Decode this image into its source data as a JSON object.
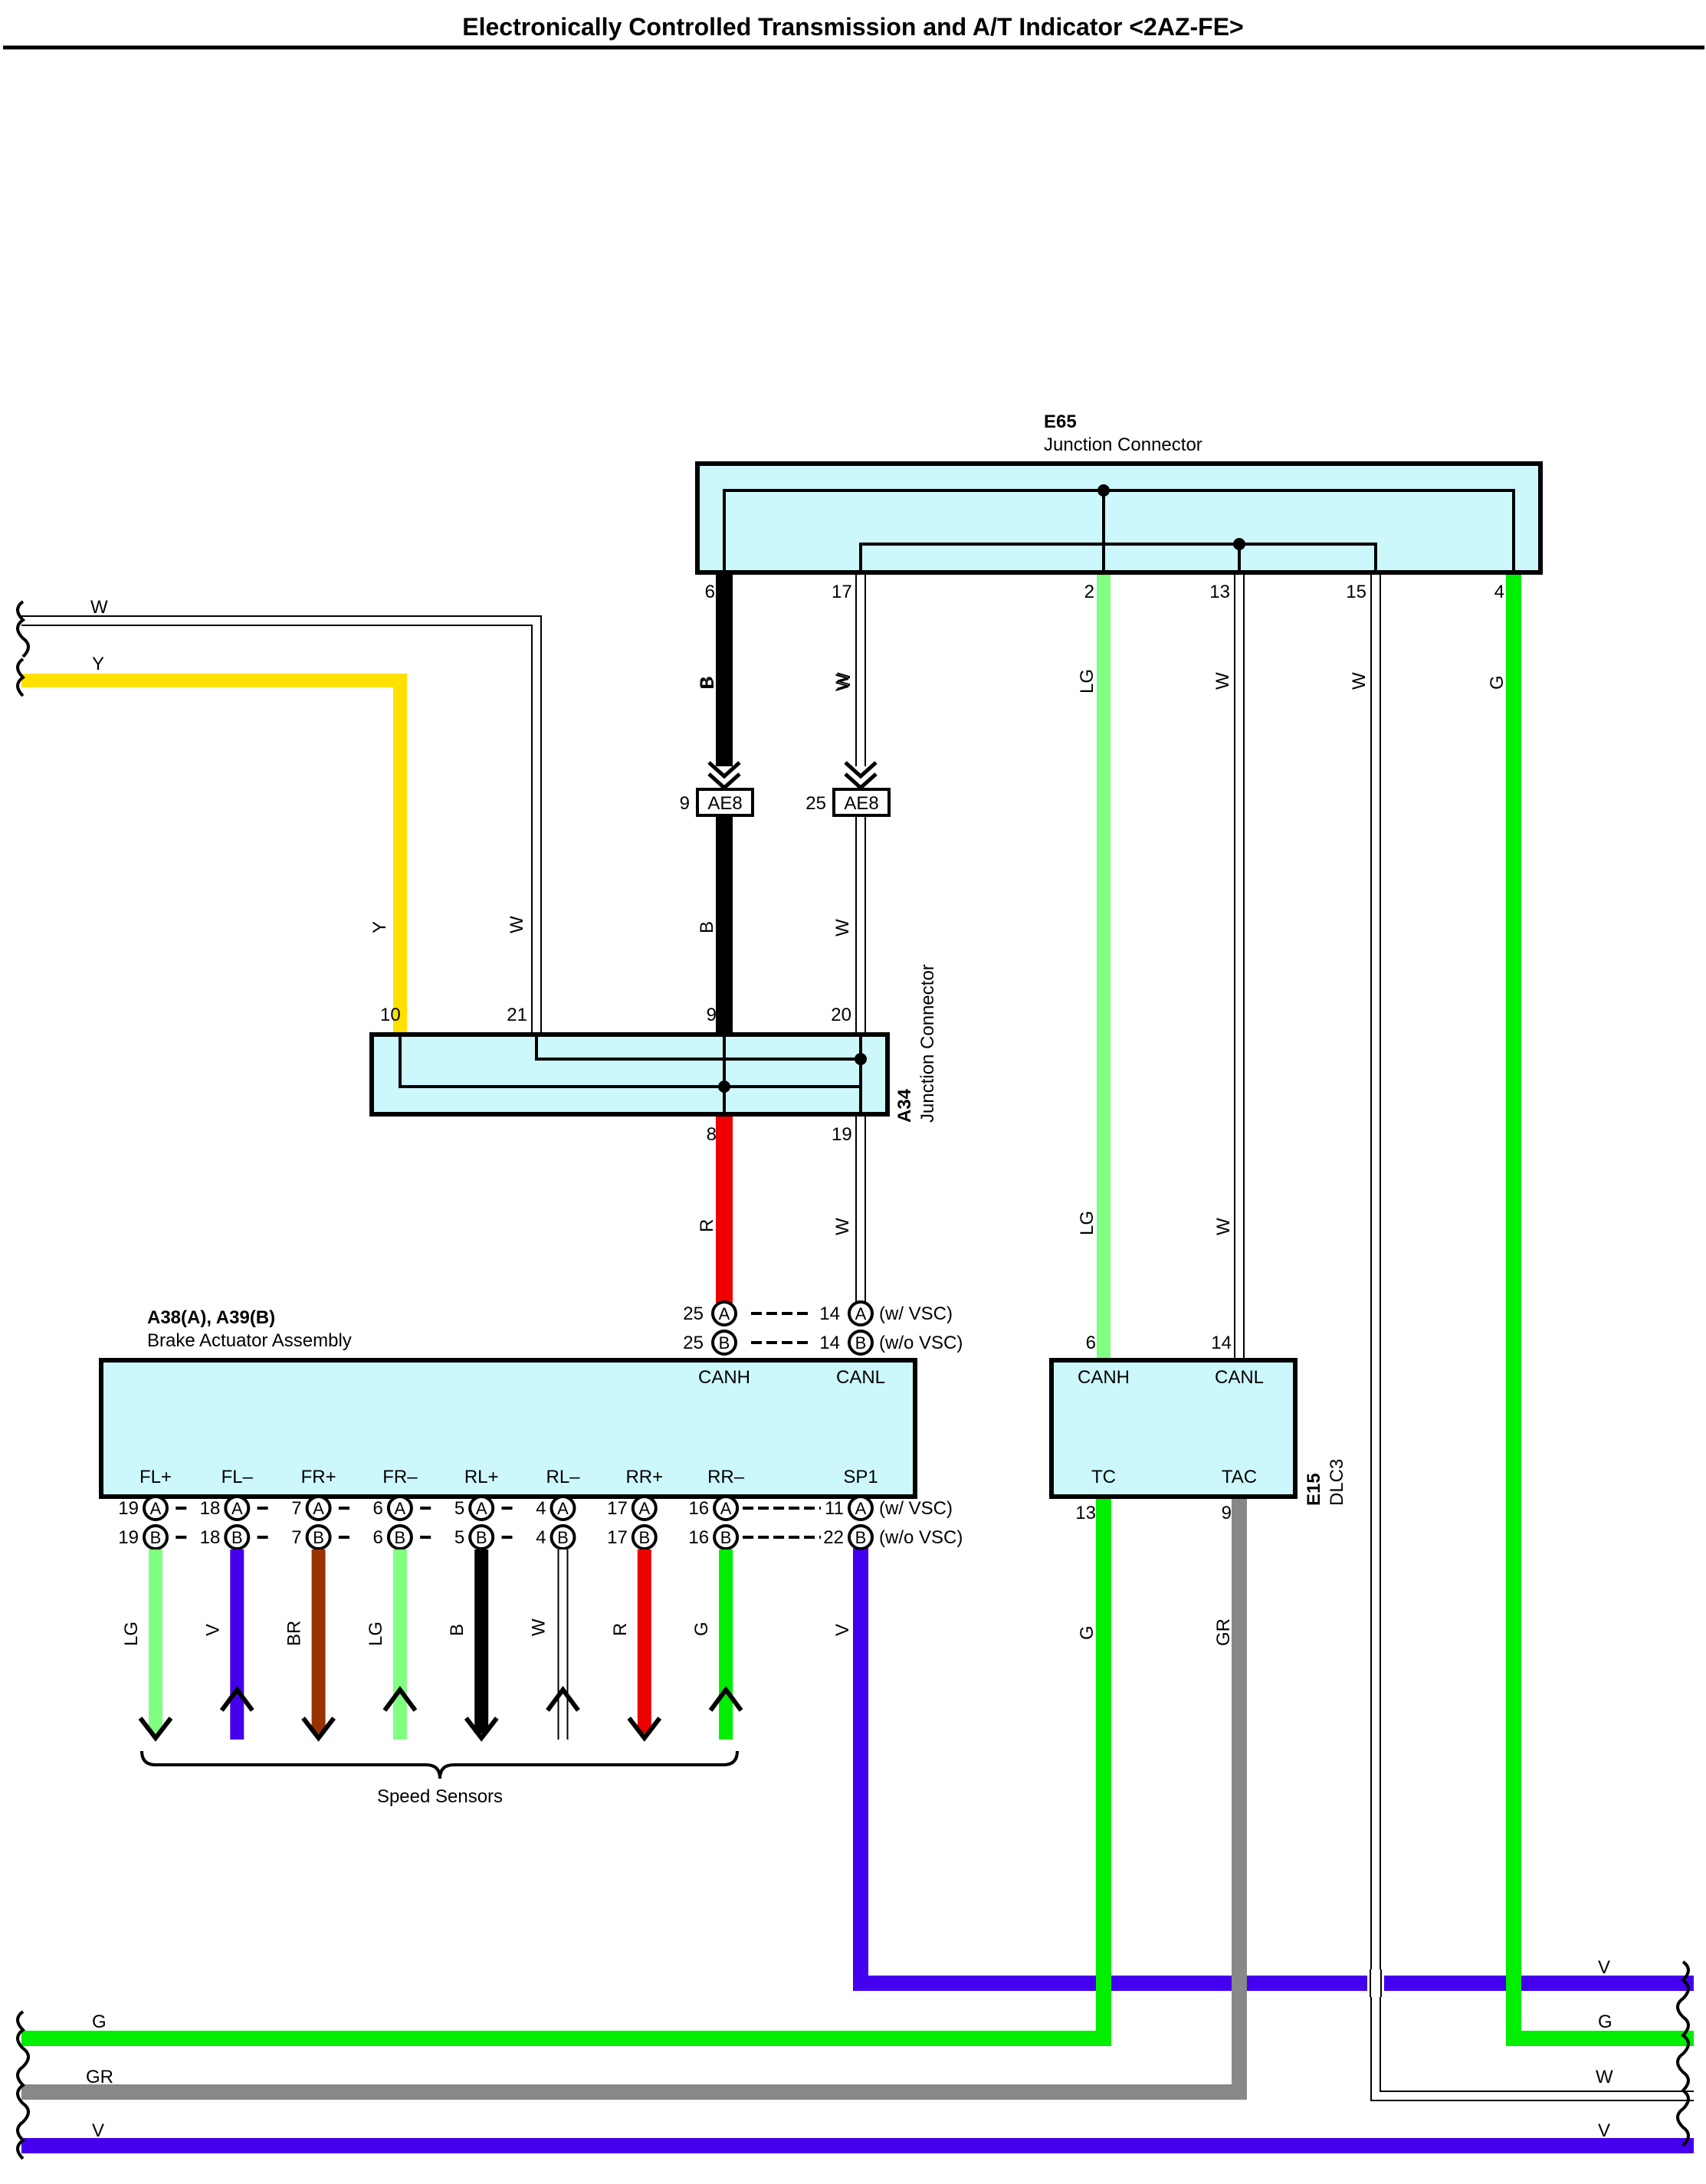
{
  "title": "Electronically Controlled Transmission and A/T Indicator <2AZ-FE>",
  "colors": {
    "W": "#ffffff",
    "Y": "#ffe000",
    "B": "#000000",
    "R": "#ee0000",
    "LG": "#80ff80",
    "G": "#00ee00",
    "V": "#4400ee",
    "BR": "#993300",
    "GR": "#888888",
    "box_fill": "#ccf8fc"
  },
  "e65": {
    "code": "E65",
    "name": "Junction Connector",
    "pins": [
      "6",
      "17",
      "2",
      "13",
      "15",
      "4"
    ],
    "wire_colors": [
      "B",
      "W",
      "LG",
      "W",
      "W",
      "G"
    ]
  },
  "ae8": {
    "label": "AE8",
    "left_pin": "9",
    "right_pin": "25"
  },
  "a34": {
    "code": "A34",
    "name": "Junction Connector",
    "top_pins": [
      "10",
      "21",
      "9",
      "20"
    ],
    "bottom_pins": [
      "8",
      "19"
    ]
  },
  "left_wires": {
    "w": "W",
    "y": "Y"
  },
  "mid_labels": {
    "y": "Y",
    "w": "W",
    "b": "B",
    "w2": "W",
    "r": "R",
    "w3": "W",
    "lg": "LG",
    "w4": "W"
  },
  "brake_actuator": {
    "code": "A38(A), A39(B)",
    "name": "Brake Actuator Assembly",
    "canh": "CANH",
    "canl": "CANL",
    "canh_pin": "25",
    "canl_pin": "14",
    "row_a_note": "(w/ VSC)",
    "row_b_note": "(w/o VSC)",
    "pins": [
      {
        "name": "FL+",
        "a": "19",
        "b": "19",
        "wire": "LG"
      },
      {
        "name": "FL–",
        "a": "18",
        "b": "18",
        "wire": "V"
      },
      {
        "name": "FR+",
        "a": "7",
        "b": "7",
        "wire": "BR"
      },
      {
        "name": "FR–",
        "a": "6",
        "b": "6",
        "wire": "LG"
      },
      {
        "name": "RL+",
        "a": "5",
        "b": "5",
        "wire": "B"
      },
      {
        "name": "RL–",
        "a": "4",
        "b": "4",
        "wire": "W"
      },
      {
        "name": "RR+",
        "a": "17",
        "b": "17",
        "wire": "R"
      },
      {
        "name": "RR–",
        "a": "16",
        "b": "16",
        "wire": "G"
      }
    ],
    "sp1": {
      "name": "SP1",
      "a": "11",
      "b": "22",
      "wire": "V"
    },
    "row_letter_a": "A",
    "row_letter_b": "B"
  },
  "speed_sensors": "Speed Sensors",
  "dlc3": {
    "code": "E15",
    "name": "DLC3",
    "canh": "CANH",
    "canl": "CANL",
    "tc": "TC",
    "tac": "TAC",
    "top_pins": [
      "6",
      "14"
    ],
    "bottom_pins": [
      "13",
      "9"
    ],
    "wire_tc": "G",
    "wire_tac": "GR"
  },
  "bottom_wires": {
    "right": [
      "V",
      "G",
      "W",
      "V"
    ],
    "left": [
      "G",
      "GR",
      "V"
    ]
  }
}
